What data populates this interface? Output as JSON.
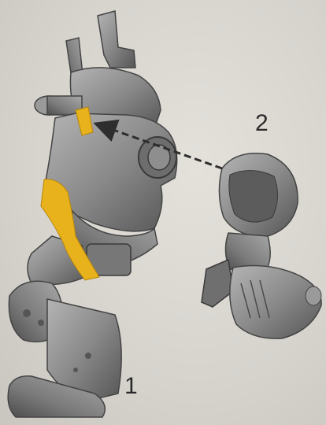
{
  "steps": [
    {
      "number": "1",
      "part": "torso-and-leg-assembly"
    },
    {
      "number": "2",
      "part": "shoulder-pad-and-arm"
    }
  ],
  "colors": {
    "background": "#d9d6d0",
    "plastic_grey": "#8c8c8c",
    "plastic_shadow": "#5e5e5e",
    "glue_highlight": "#e7b21c",
    "arrow": "#3a3a3a"
  },
  "icons": [
    "dashed-arrow-icon"
  ]
}
